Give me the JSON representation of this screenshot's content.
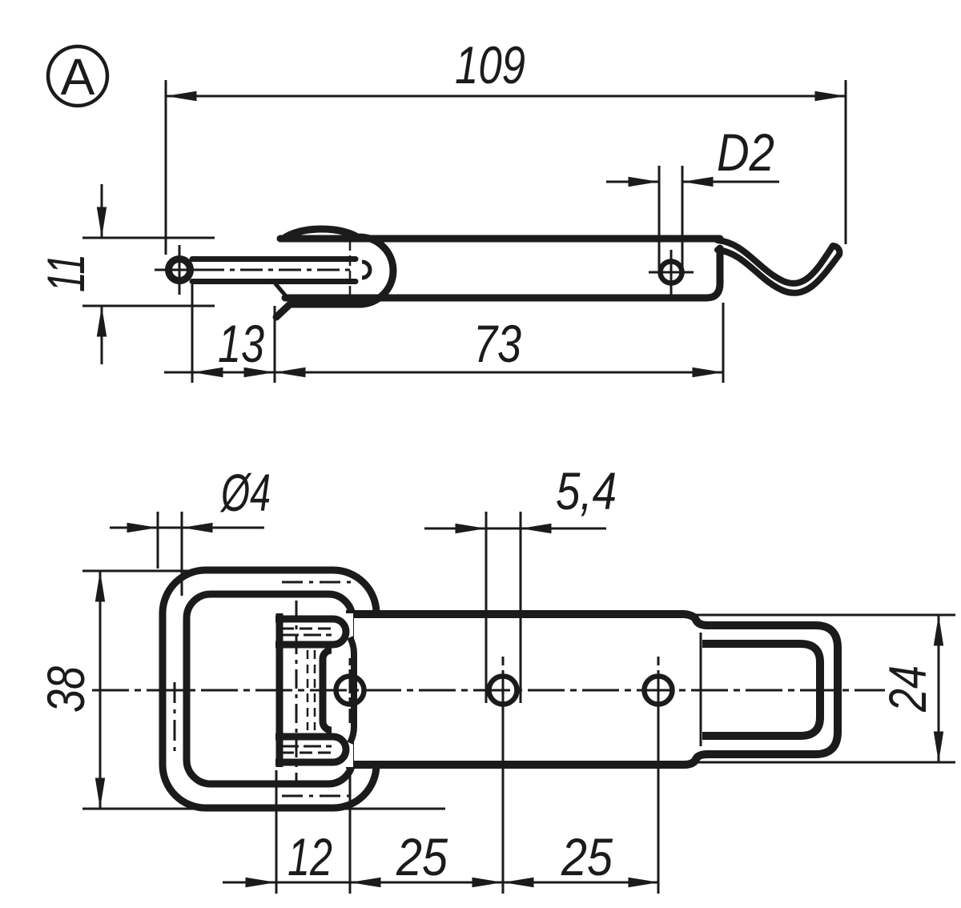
{
  "drawing": {
    "view_marker": "A",
    "colors": {
      "ink": "#1b1b1b",
      "background": "#ffffff"
    },
    "side_view": {
      "dims": {
        "overall_length": "109",
        "hole_dia_ref": "D2",
        "loop_height": "11",
        "loop_offset": "13",
        "plate_length": "73"
      }
    },
    "plan_view": {
      "dims": {
        "wire_dia": "Ø4",
        "hole_dia": "5,4",
        "overall_width": "38",
        "plate_width": "24",
        "hole_edge_offset": "12",
        "hole_pitch_a": "25",
        "hole_pitch_b": "25"
      }
    }
  }
}
